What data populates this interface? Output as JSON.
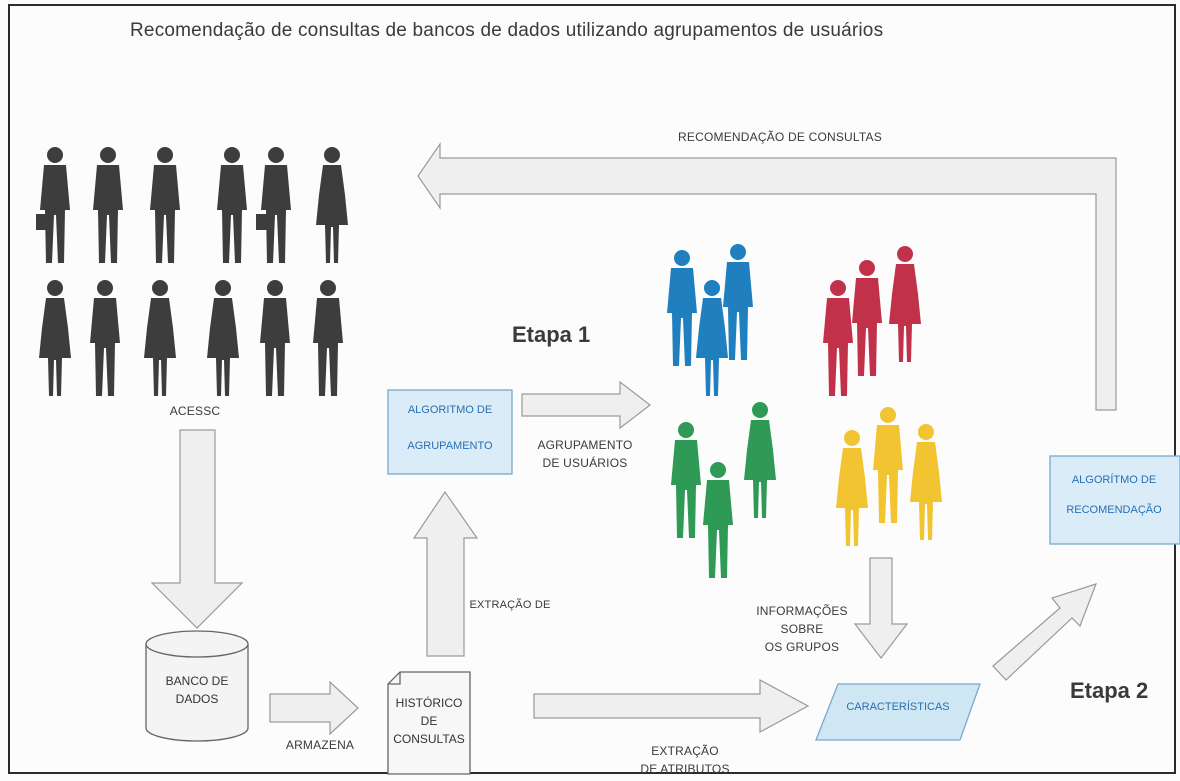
{
  "title": "Recomendação de consultas de bancos de dados utilizando agrupamentos de usuários",
  "labels": {
    "recommendation": "RECOMENDAÇÃO DE CONSULTAS",
    "access": "ACESSC",
    "database_line1": "BANCO DE",
    "database_line2": "DADOS",
    "stores": "ARMAZENA",
    "history_line1": "HISTÓRICO",
    "history_line2": "DE",
    "history_line3": "CONSULTAS",
    "extraction_of": "EXTRAÇÃO DE",
    "clustering_algo_line1": "ALGORITMO DE",
    "clustering_algo_line2": "AGRUPAMENTO",
    "user_grouping_line1": "AGRUPAMENTO",
    "user_grouping_line2": "DE USUÁRIOS",
    "group_info_line1": "INFORMAÇÕES",
    "group_info_line2": "SOBRE",
    "group_info_line3": "OS GRUPOS",
    "characteristics": "CARACTERÍSTICAS",
    "attr_extraction_line1": "EXTRAÇÃO",
    "attr_extraction_line2": "DE ATRIBUTOS",
    "rec_algo_line1": "ALGORÍTMO DE",
    "rec_algo_line2": "RECOMENDAÇÃO"
  },
  "stages": {
    "stage1": "Etapa 1",
    "stage2": "Etapa 2"
  },
  "colors": {
    "user_silhouette": "#3d3d3d",
    "group_blue": "#1f7fbf",
    "group_red": "#c1324a",
    "group_green": "#2e9a55",
    "group_yellow": "#f2c431",
    "box_fill": "#d9ecf7",
    "box_text": "#2a6fb5",
    "arrow_fill": "#efefef",
    "arrow_stroke": "#9a9a9a"
  }
}
